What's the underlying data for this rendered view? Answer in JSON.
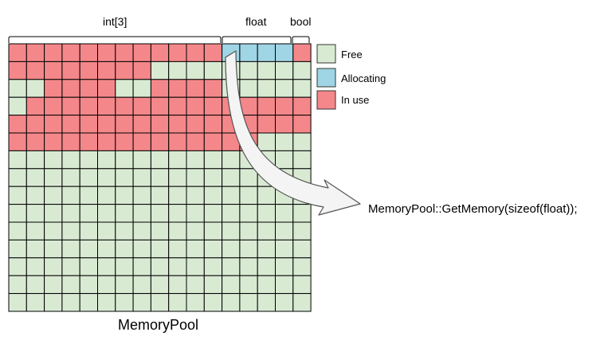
{
  "colors": {
    "free": "#d9ead3",
    "allocating": "#9fd5e5",
    "in_use": "#f4878a",
    "grid_line": "#000000"
  },
  "segment_labels": {
    "int3": "int[3]",
    "float": "float",
    "bool": "bool"
  },
  "legend": [
    {
      "key": "free",
      "label": "Free"
    },
    {
      "key": "allocating",
      "label": "Allocating"
    },
    {
      "key": "in_use",
      "label": "In use"
    }
  ],
  "pool_title": "MemoryPool",
  "call_text": "MemoryPool::GetMemory(sizeof(float));",
  "grid": [
    "RRRRRRRRRRRRAAAAR",
    "RRRRRRRRFFFFFFFFF",
    "FFRRRRFFRRRRFFFFF",
    "FRRRRRRRRRRRRRRRR",
    "RRRRRRRRRRRRRRRRR",
    "RRRRRRRRRRRRRRFFF",
    "FFFFFFFFFFFFFFFFF",
    "FFFFFFFFFFFFFFFFF",
    "FFFFFFFFFFFFFFFFF",
    "FFFFFFFFFFFFFFFFF",
    "FFFFFFFFFFFFFFFFF",
    "FFFFFFFFFFFFFFFFF",
    "FFFFFFFFFFFFFFFFF",
    "FFFFFFFFFFFFFFFFF",
    "FFFFFFFFFFFFFFFFF"
  ]
}
